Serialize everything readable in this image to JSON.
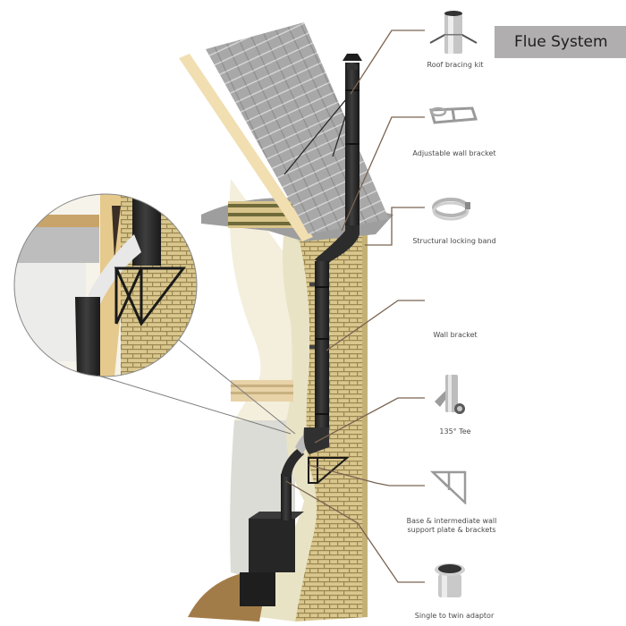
{
  "title": "Flue System",
  "colors": {
    "title_bg": "#b0aeae",
    "callout_line": "#7a6350",
    "flue_pipe": "#2a2a2a",
    "brick": "#d6c48a",
    "mortar": "#8a7a4a",
    "roof_tile": "#a6a6a6",
    "timber": "#f0deb0",
    "insulation": "#e8e2c8",
    "floor": "#a07a48",
    "stove": "#222222"
  },
  "components": [
    {
      "id": "roof-bracing-kit",
      "label": "Roof bracing kit",
      "icon": "roof-bracing-kit-icon"
    },
    {
      "id": "adjustable-wall-bracket",
      "label": "Adjustable wall bracket",
      "icon": "adjustable-wall-bracket-icon"
    },
    {
      "id": "structural-locking-band",
      "label": "Structural locking band",
      "icon": "locking-band-icon"
    },
    {
      "id": "wall-bracket",
      "label": "Wall bracket",
      "icon": ""
    },
    {
      "id": "tee-135",
      "label": "135° Tee",
      "icon": "tee-icon"
    },
    {
      "id": "base-support",
      "label_line1": "Base & intermediate wall",
      "label_line2": "support plate & brackets",
      "icon": "support-bracket-icon"
    },
    {
      "id": "single-twin-adaptor",
      "label": "Single to twin adaptor",
      "icon": "adaptor-icon"
    }
  ],
  "illustration": {
    "main": "house-cutaway-with-external-flue",
    "inset": "magnified-wall-penetration-detail"
  }
}
